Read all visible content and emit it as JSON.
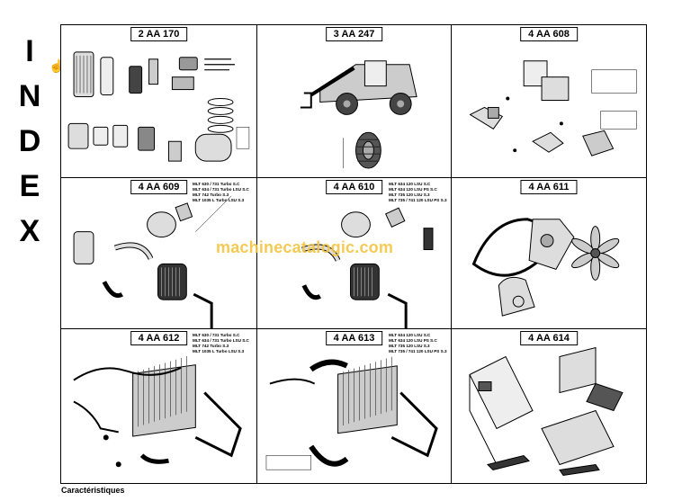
{
  "index_title": [
    "I",
    "N",
    "D",
    "E",
    "X"
  ],
  "watermark": "machinecatalogic.com",
  "footer": "Caractéristiques",
  "cells": [
    {
      "ref": "2 AA 170",
      "models": []
    },
    {
      "ref": "3 AA 247",
      "models": []
    },
    {
      "ref": "4 AA 608",
      "models": []
    },
    {
      "ref": "4 AA 609",
      "models": [
        "MLT 630 / 731 Turbo S.C",
        "MLT 634 / 731 Turbo LSU S.C",
        "MLT 742 Turbo S.3",
        "MLT 1035 L Turbo LSU S.3"
      ]
    },
    {
      "ref": "4 AA 610",
      "models": [
        "MLT 634 120 LSU S.C",
        "MLT 634 120 LSU PS S.C",
        "MLT 735 120 LSU S.3",
        "MLT 735 / 741 120 LSU PS S.3"
      ]
    },
    {
      "ref": "4 AA 611",
      "models": []
    },
    {
      "ref": "4 AA 612",
      "models": [
        "MLT 630 / 731 Turbo S.C",
        "MLT 634 / 731 Turbo LSU S.C",
        "MLT 742 Turbo S.3",
        "MLT 1035 L Turbo LSU S.3"
      ]
    },
    {
      "ref": "4 AA 613",
      "models": [
        "MLT 634 120 LSU S.C",
        "MLT 634 120 LSU PS S.C",
        "MLT 735 120 LSU S.3",
        "MLT 735 / 741 120 LSU PS S.3"
      ]
    },
    {
      "ref": "4 AA 614",
      "models": []
    }
  ],
  "colors": {
    "line": "#000000",
    "watermark": "#f4c542",
    "part_fill": "#d9d9d9",
    "part_dark": "#555555"
  }
}
